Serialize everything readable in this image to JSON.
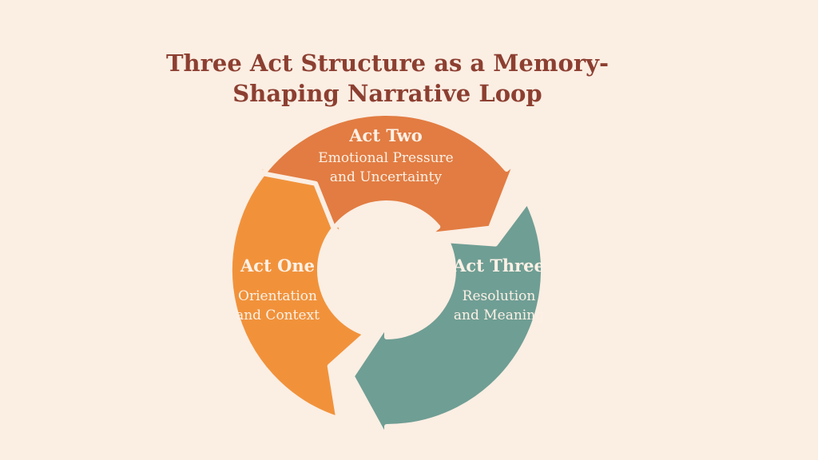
{
  "title": "Three Act Structure as a Memory-Shaping Narrative Loop",
  "colors": {
    "background": "#fbeee3",
    "title": "#8c3f31",
    "act_one": "#f1923b",
    "act_two": "#e27c42",
    "act_three": "#6f9e94",
    "label": "#fdf1e6"
  },
  "acts": [
    {
      "name": "Act One",
      "description_line1": "Orientation",
      "description_line2": "and Context"
    },
    {
      "name": "Act Two",
      "description_line1": "Emotional Pressure",
      "description_line2": "and Uncertainty"
    },
    {
      "name": "Act Three",
      "description_line1": "Resolution",
      "description_line2": "and Meaning"
    }
  ]
}
